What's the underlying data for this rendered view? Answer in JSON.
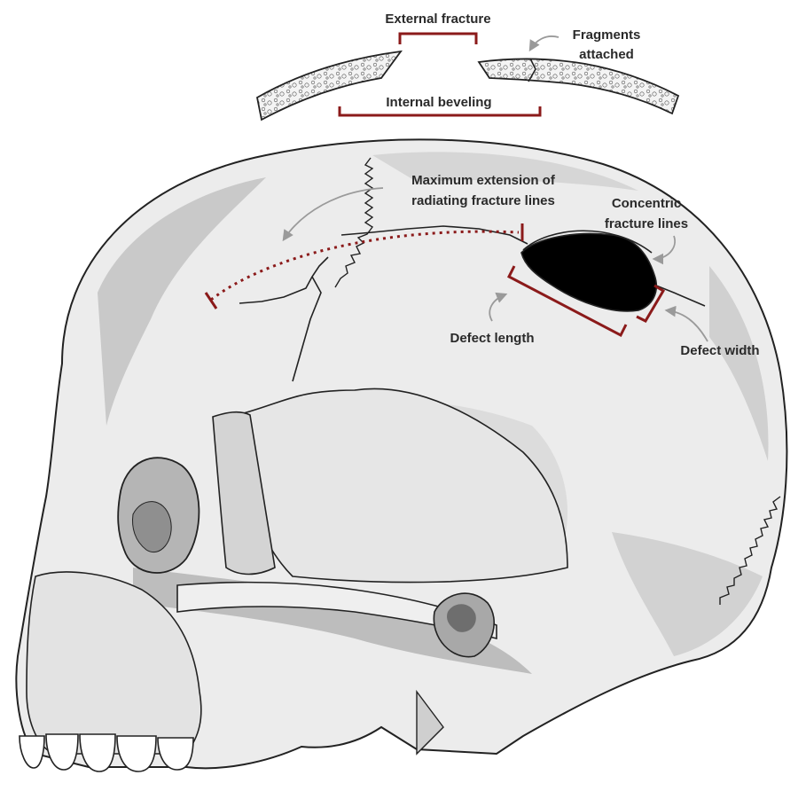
{
  "labels": {
    "external_fracture": "External fracture",
    "fragments_line1": "Fragments",
    "fragments_line2": "attached",
    "internal_beveling": "Internal beveling",
    "max_ext_line1": "Maximum extension of",
    "max_ext_line2": "radiating fracture lines",
    "concentric_line1": "Concentric",
    "concentric_line2": "fracture lines",
    "defect_length": "Defect length",
    "defect_width": "Defect width"
  },
  "colors": {
    "bracket": "#8b1a1a",
    "bone_light": "#ececec",
    "bone_shade": "#c9c9c9",
    "bone_dark": "#a9a9a9",
    "outline": "#222222",
    "defect": "#000000",
    "arrow": "#9a9a9a"
  }
}
